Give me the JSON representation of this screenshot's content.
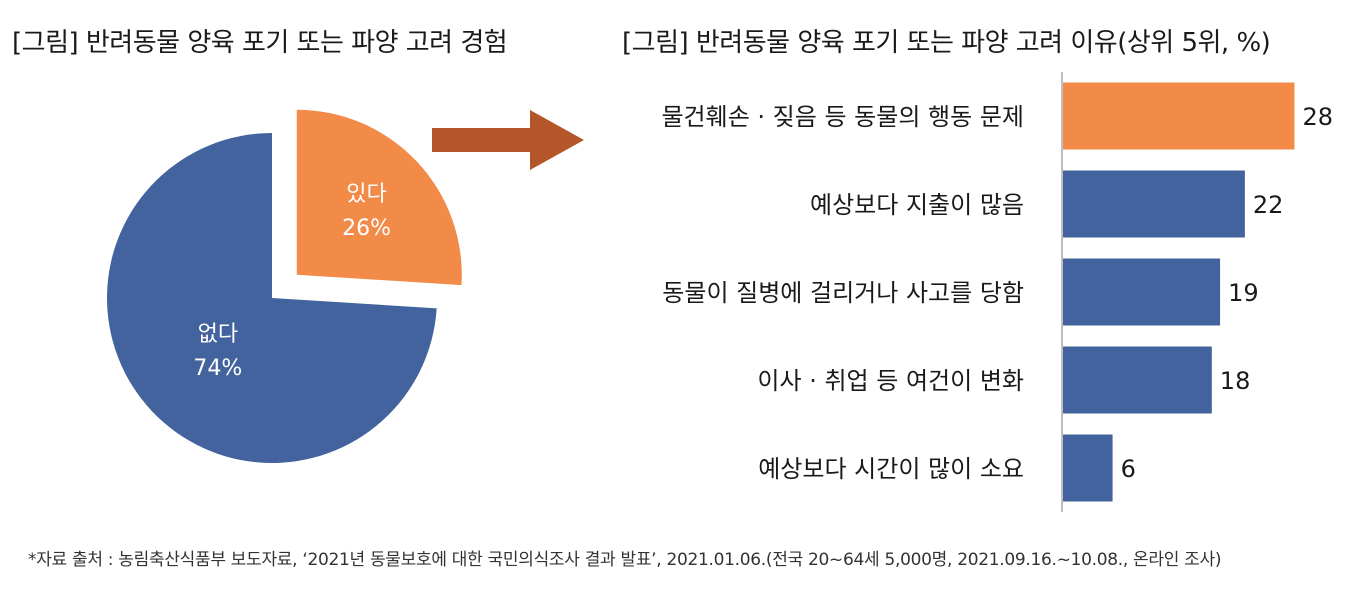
{
  "source_note": "*자료 출처 : 농림축산식품부 보도자료, ‘2021년 동물보호에 대한 국민의식조사 결과 발표’, 2021.01.06.(전국 20~64세 5,000명, 2021.09.16.~10.08., 온라인 조사)",
  "colors": {
    "orange": "#F28A48",
    "blue": "#42639D",
    "arrow": "#B5562A",
    "axis": "#BFBFBF"
  },
  "chart_data": [
    {
      "type": "pie",
      "title": "[그림] 반려동물 양육 포기 또는 파양 고려 경험",
      "categories": [
        "있다",
        "없다"
      ],
      "values": [
        26,
        74
      ],
      "value_labels": [
        "26%",
        "74%"
      ],
      "exploded": "있다"
    },
    {
      "type": "bar",
      "orientation": "horizontal",
      "title": "[그림] 반려동물 양육 포기 또는 파양 고려 이유(상위 5위, %)",
      "categories": [
        "물건훼손 · 짖음 등 동물의 행동 문제",
        "예상보다 지출이 많음",
        "동물이 질병에 걸리거나 사고를 당함",
        "이사 · 취업 등 여건이 변화",
        "예상보다 시간이 많이 소요"
      ],
      "values": [
        28,
        22,
        19,
        18,
        6
      ],
      "value_labels": [
        "28",
        "22",
        "19",
        "18",
        "6"
      ],
      "highlight": "물건훼손 · 짖음 등 동물의 행동 문제",
      "xlim": [
        0,
        30
      ],
      "grid": false
    }
  ]
}
